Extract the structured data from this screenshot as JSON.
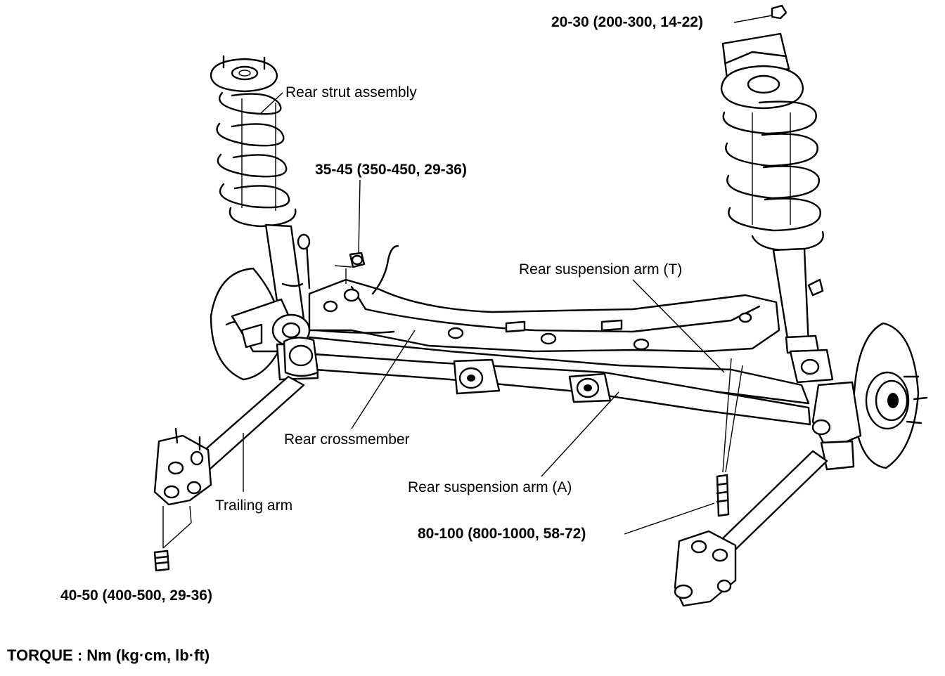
{
  "labels": {
    "rear_strut_assembly": "Rear strut assembly",
    "torque_upper_mount": "20-30 (200-300, 14-22)",
    "torque_crossmember_nut": "35-45 (350-450, 29-36)",
    "rear_suspension_arm_t": "Rear suspension arm (T)",
    "rear_crossmember": "Rear crossmember",
    "rear_suspension_arm_a": "Rear suspension arm (A)",
    "trailing_arm": "Trailing arm",
    "torque_arm_bolt": "80-100 (800-1000, 58-72)",
    "torque_trailing_bracket": "40-50 (400-500, 29-36)",
    "torque_units": "TORQUE : Nm (kg·cm, lb·ft)"
  }
}
